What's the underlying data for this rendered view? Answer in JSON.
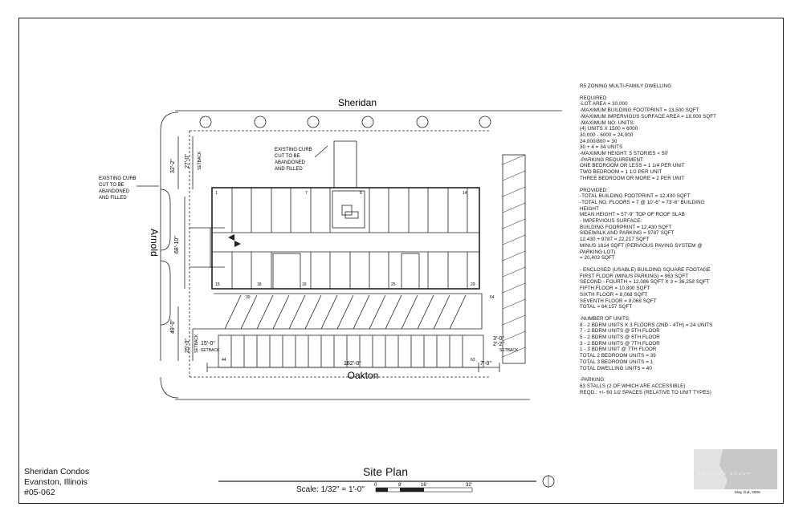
{
  "streets": {
    "north": "Sheridan",
    "south": "Oakton",
    "west": "Arnold"
  },
  "curb_notes": {
    "left": [
      "EXISTING CURB",
      "CUT TO BE",
      "ABANDONED",
      "AND FILLED"
    ],
    "top": [
      "EXISTING CURB",
      "CUT TO BE",
      "ABANDONED",
      "AND FILLED"
    ]
  },
  "dimensions": {
    "north_total": "32'-2\"",
    "north_setback": "27'-0\"",
    "west_mid": "68'-10\"",
    "south_total": "49'-0\"",
    "south_setback": "25'-0\"",
    "setback_word": "SETBACK",
    "left_setback": "15'-0\"",
    "right_setback": "3'-0\"",
    "right_setback_2": "2'-2\"",
    "bottom_width": "182'-0\"",
    "bottom_right": "7'-0\""
  },
  "stall_numbers": {
    "upper_row": [
      "1",
      "7",
      "8",
      "14"
    ],
    "lower_row": [
      "15",
      "18",
      "19",
      "25",
      "29"
    ],
    "diagonal": [
      "30",
      "64"
    ],
    "bottom_row": [
      "44",
      "63"
    ]
  },
  "notes": {
    "title": "R5 ZONING MULTI-FAMILY DWELLING",
    "required": [
      "REQUIRED",
      "-LOT AREA = 30,000",
      "-MAXIMUM BUILDING FOOTPRINT = 13,500 SQFT",
      "-MAXIMUM IMPERVIOUS SURFACE AREA = 18,000 SQFT",
      "-MAXIMUM NO. UNITS:",
      "(4) UNITS X 1500 = 6000",
      "30,000 - 6000 = 24,000",
      "24,000/800 = 30",
      "30 + 4 = 34 UNITS",
      "-MAXIMUM HEIGHT: 5 STORIES < 50'",
      "-PARKING REQUIREMENT:",
      "ONE BEDROOM OR LESS = 1 1/4 PER UNIT",
      "TWO BEDROOM = 1 1/2 PER UNIT",
      "THREE BEDROOM OR MORE  = 2 PER UNIT"
    ],
    "provided": [
      "PROVIDED:",
      "-TOTAL BUILDING FOOTPRINT = 12,430 SQFT",
      "-TOTAL NO. FLOORS = 7 @ 10'-6\" = 73'-6\" BUILDING",
      "HEIGHT",
      "MEAN HEIGHT = 57'-9\" TOP OF ROOF SLAB",
      "- IMPERVIOUS SURFACE:",
      "BUILDING FOORPRINT = 12,430 SQFT",
      "SIDEWALK AND PARKING = 9787 SQFT",
      "12,430 + 9787 = 22,217 SQFT",
      "MINUS 1814 SQFT (PERVIOUS PAVING SYSTEM @",
      "PARKING LOT)",
      "= 20,403 SQFT"
    ],
    "enclosed": [
      "- ENCLOSED (USABLE) BUILDING SQUARE FOOTAGE",
      "FIRST FLOOR (MINUS PARKING) = 963 SQFT",
      "SECOND - FOURTH = 12,086 SQFT X 3 = 36,258 SQFT",
      "FIFTH FLOOR = 10,800 SQFT",
      "SIXTH FLOOR = 8,068 SQFT",
      "SEVENTH FLOOR = 8,068 SQFT",
      "TOTAL = 64,157 SQFT"
    ],
    "units": [
      "-NUMBER OF UNITS:",
      "8 - 2 BDRM UNITS X 3 FLOORS (2ND - 4TH) = 24 UNITS",
      "7 - 2 BDRM UNITS @ 5TH FLOOR",
      "5 - 2 BDRM UNITS @ 6TH FLOOR",
      "3 - 2 BDRM UNITS @ 7TH FLOOR",
      "1 - 3 BDRM UNIT @ 7TH FLOOR",
      "TOTAL 2 BEDROOM UNITS = 39",
      "TOTAL 3 BEDROOM UNITS = 1",
      "TOTAL DWELLING UNITS = 40"
    ],
    "parking": [
      "-PARKING:",
      "63 STALLS  (2 OF WHICH ARE ACCESSIBLE)",
      "REQD.: +/- 60 1/2 SPACES (RELATIVE TO UNIT TYPES)"
    ]
  },
  "project": {
    "name": "Sheridan Condos",
    "location": "Evanston, Illinois",
    "number": "#05-062"
  },
  "title": "Site Plan",
  "scale": {
    "label": "Scale: 1/32\" = 1'-0\"",
    "ticks": [
      "0",
      "8'",
      "16'",
      "32'"
    ]
  },
  "logo": {
    "text": "KROSTER GROUP"
  },
  "date": "May 2nd, 2006",
  "colors": {
    "line": "#222222",
    "logo_bg": "#c8c8c8"
  }
}
